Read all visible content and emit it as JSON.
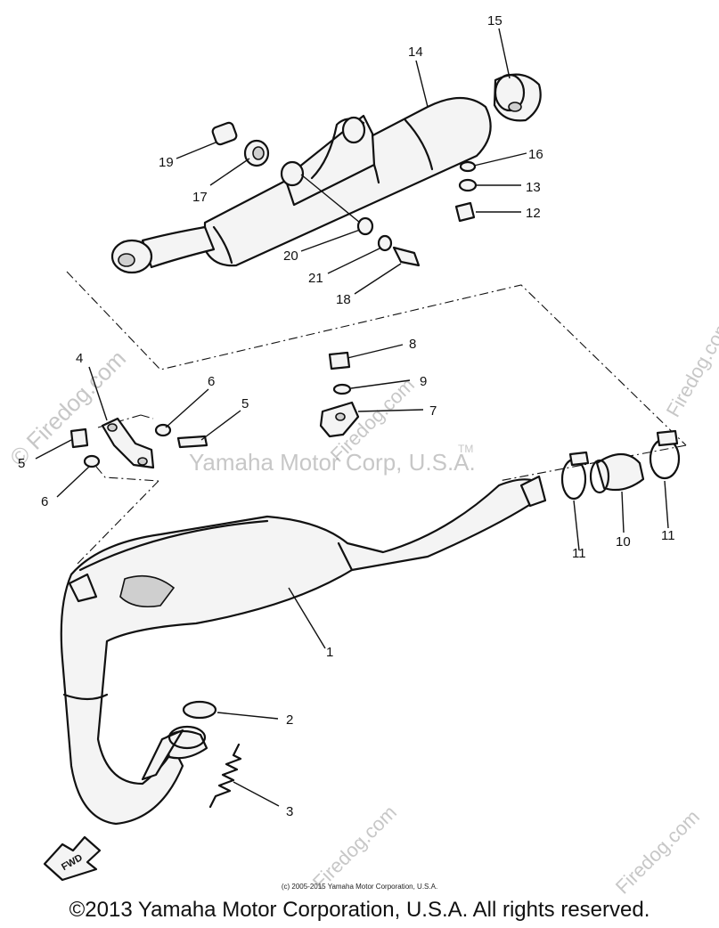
{
  "watermarks": {
    "center": "Yamaha Motor Corp, U.S.A.",
    "tm": "TM",
    "site": "© Firedog.com",
    "site_short": "Firedog.com"
  },
  "callouts": [
    "1",
    "2",
    "3",
    "4",
    "5",
    "5",
    "6",
    "6",
    "7",
    "8",
    "9",
    "10",
    "11",
    "11",
    "12",
    "13",
    "14",
    "15",
    "16",
    "17",
    "18",
    "19",
    "20",
    "21"
  ],
  "fwd_label": "FWD",
  "footer": {
    "fine_print": "(c) 2005-2015 Yamaha Motor Corporation, U.S.A.",
    "copyright": "©2013 Yamaha Motor Corporation, U.S.A. All rights reserved."
  }
}
